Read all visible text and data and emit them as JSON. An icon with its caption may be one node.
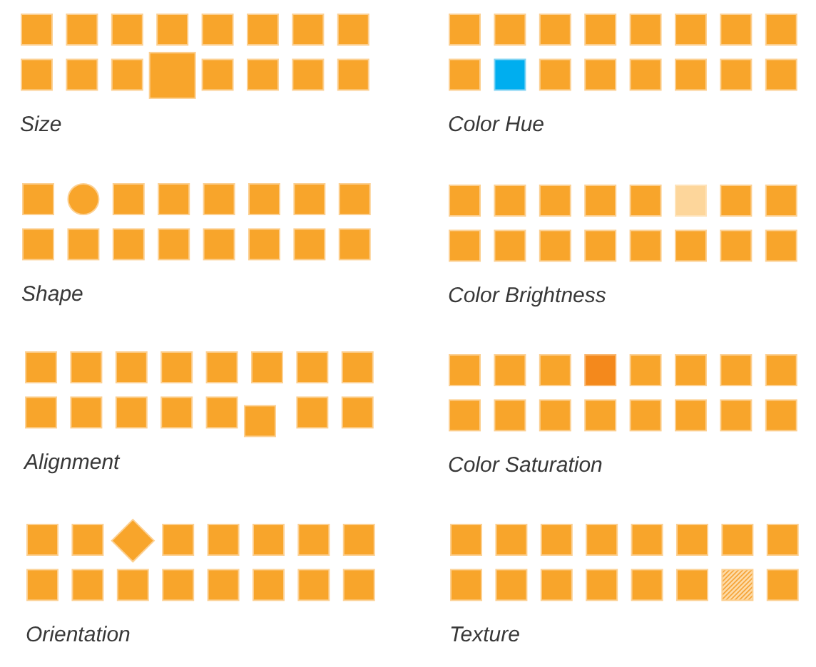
{
  "diagram": {
    "labels": [
      "Size",
      "Color Hue",
      "Shape",
      "Color Brightness",
      "Alignment",
      "Color Saturation",
      "Orientation",
      "Texture"
    ]
  }
}
